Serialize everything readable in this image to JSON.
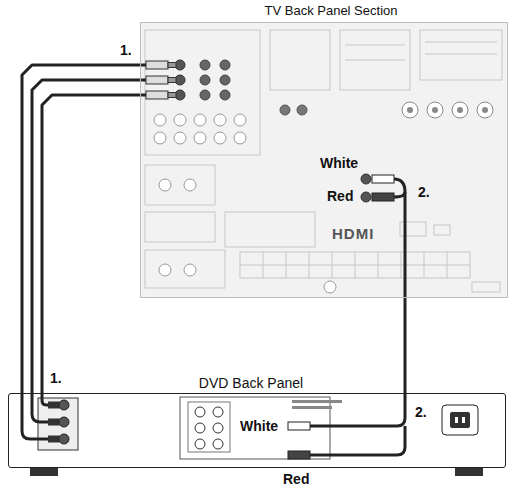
{
  "diagram": {
    "nodes": [
      {
        "text": [
          "TV Back Panel Section"
        ]
      },
      {
        "text": [
          "DVD Back Panel"
        ]
      }
    ],
    "edges": [
      {
        "from": 0,
        "to": 1,
        "arrow": "none"
      },
      {
        "from": 0,
        "to": 1,
        "arrow": "none"
      },
      {
        "from": 0,
        "to": 1,
        "arrow": "none"
      },
      {
        "from": 0,
        "to": 1,
        "arrow": "none"
      }
    ],
    "labels": [
      "1.",
      "White",
      "Red",
      "2.",
      "HDMI",
      "1.",
      "White",
      "2.",
      "Red"
    ]
  }
}
